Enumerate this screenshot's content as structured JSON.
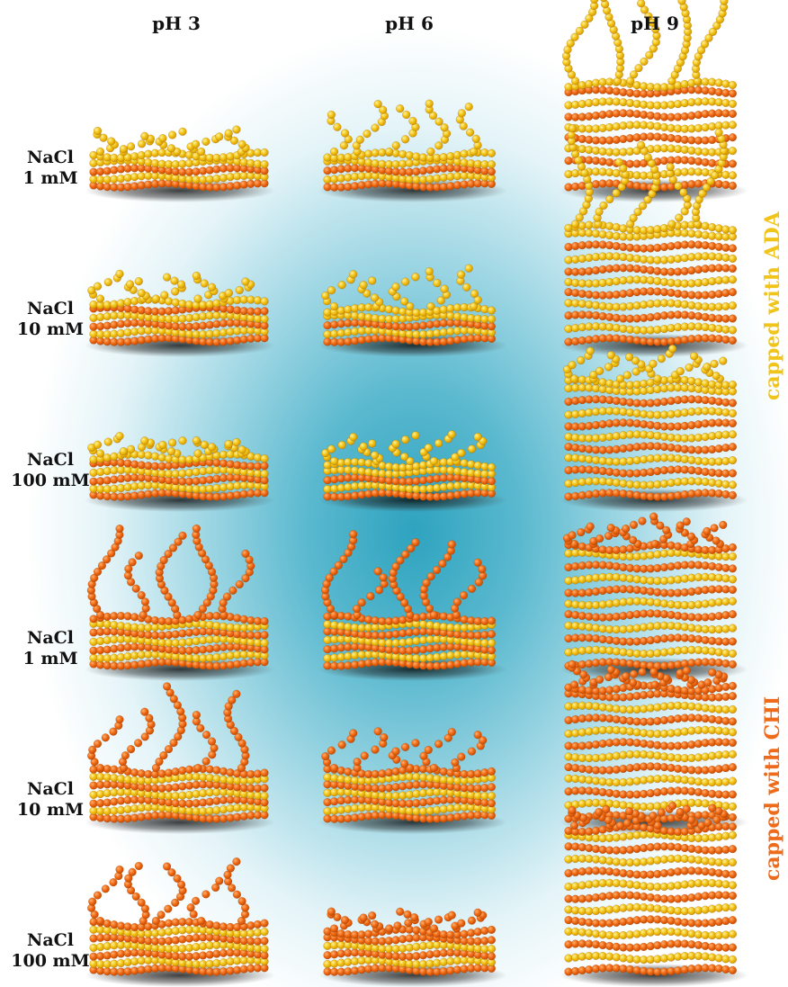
{
  "column_headers": [
    "pH 3",
    "pH 6",
    "pH 9"
  ],
  "row_labels": [
    {
      "line1": "NaCl",
      "line2": "1 mM"
    },
    {
      "line1": "NaCl",
      "line2": "10 mM"
    },
    {
      "line1": "NaCl",
      "line2": "100 mM"
    },
    {
      "line1": "NaCl",
      "line2": "1 mM"
    },
    {
      "line1": "NaCl",
      "line2": "10 mM"
    },
    {
      "line1": "NaCl",
      "line2": "100 mM"
    }
  ],
  "side_labels": {
    "ada": "capped with ADA",
    "chi": "capped with CHI"
  },
  "colors": {
    "ada_yellow": "#f2c313",
    "chi_orange": "#f06a14",
    "background_glow": "#2ea3bf",
    "ada_label": "#f0c419",
    "chi_label": "#ee6b1c"
  }
}
